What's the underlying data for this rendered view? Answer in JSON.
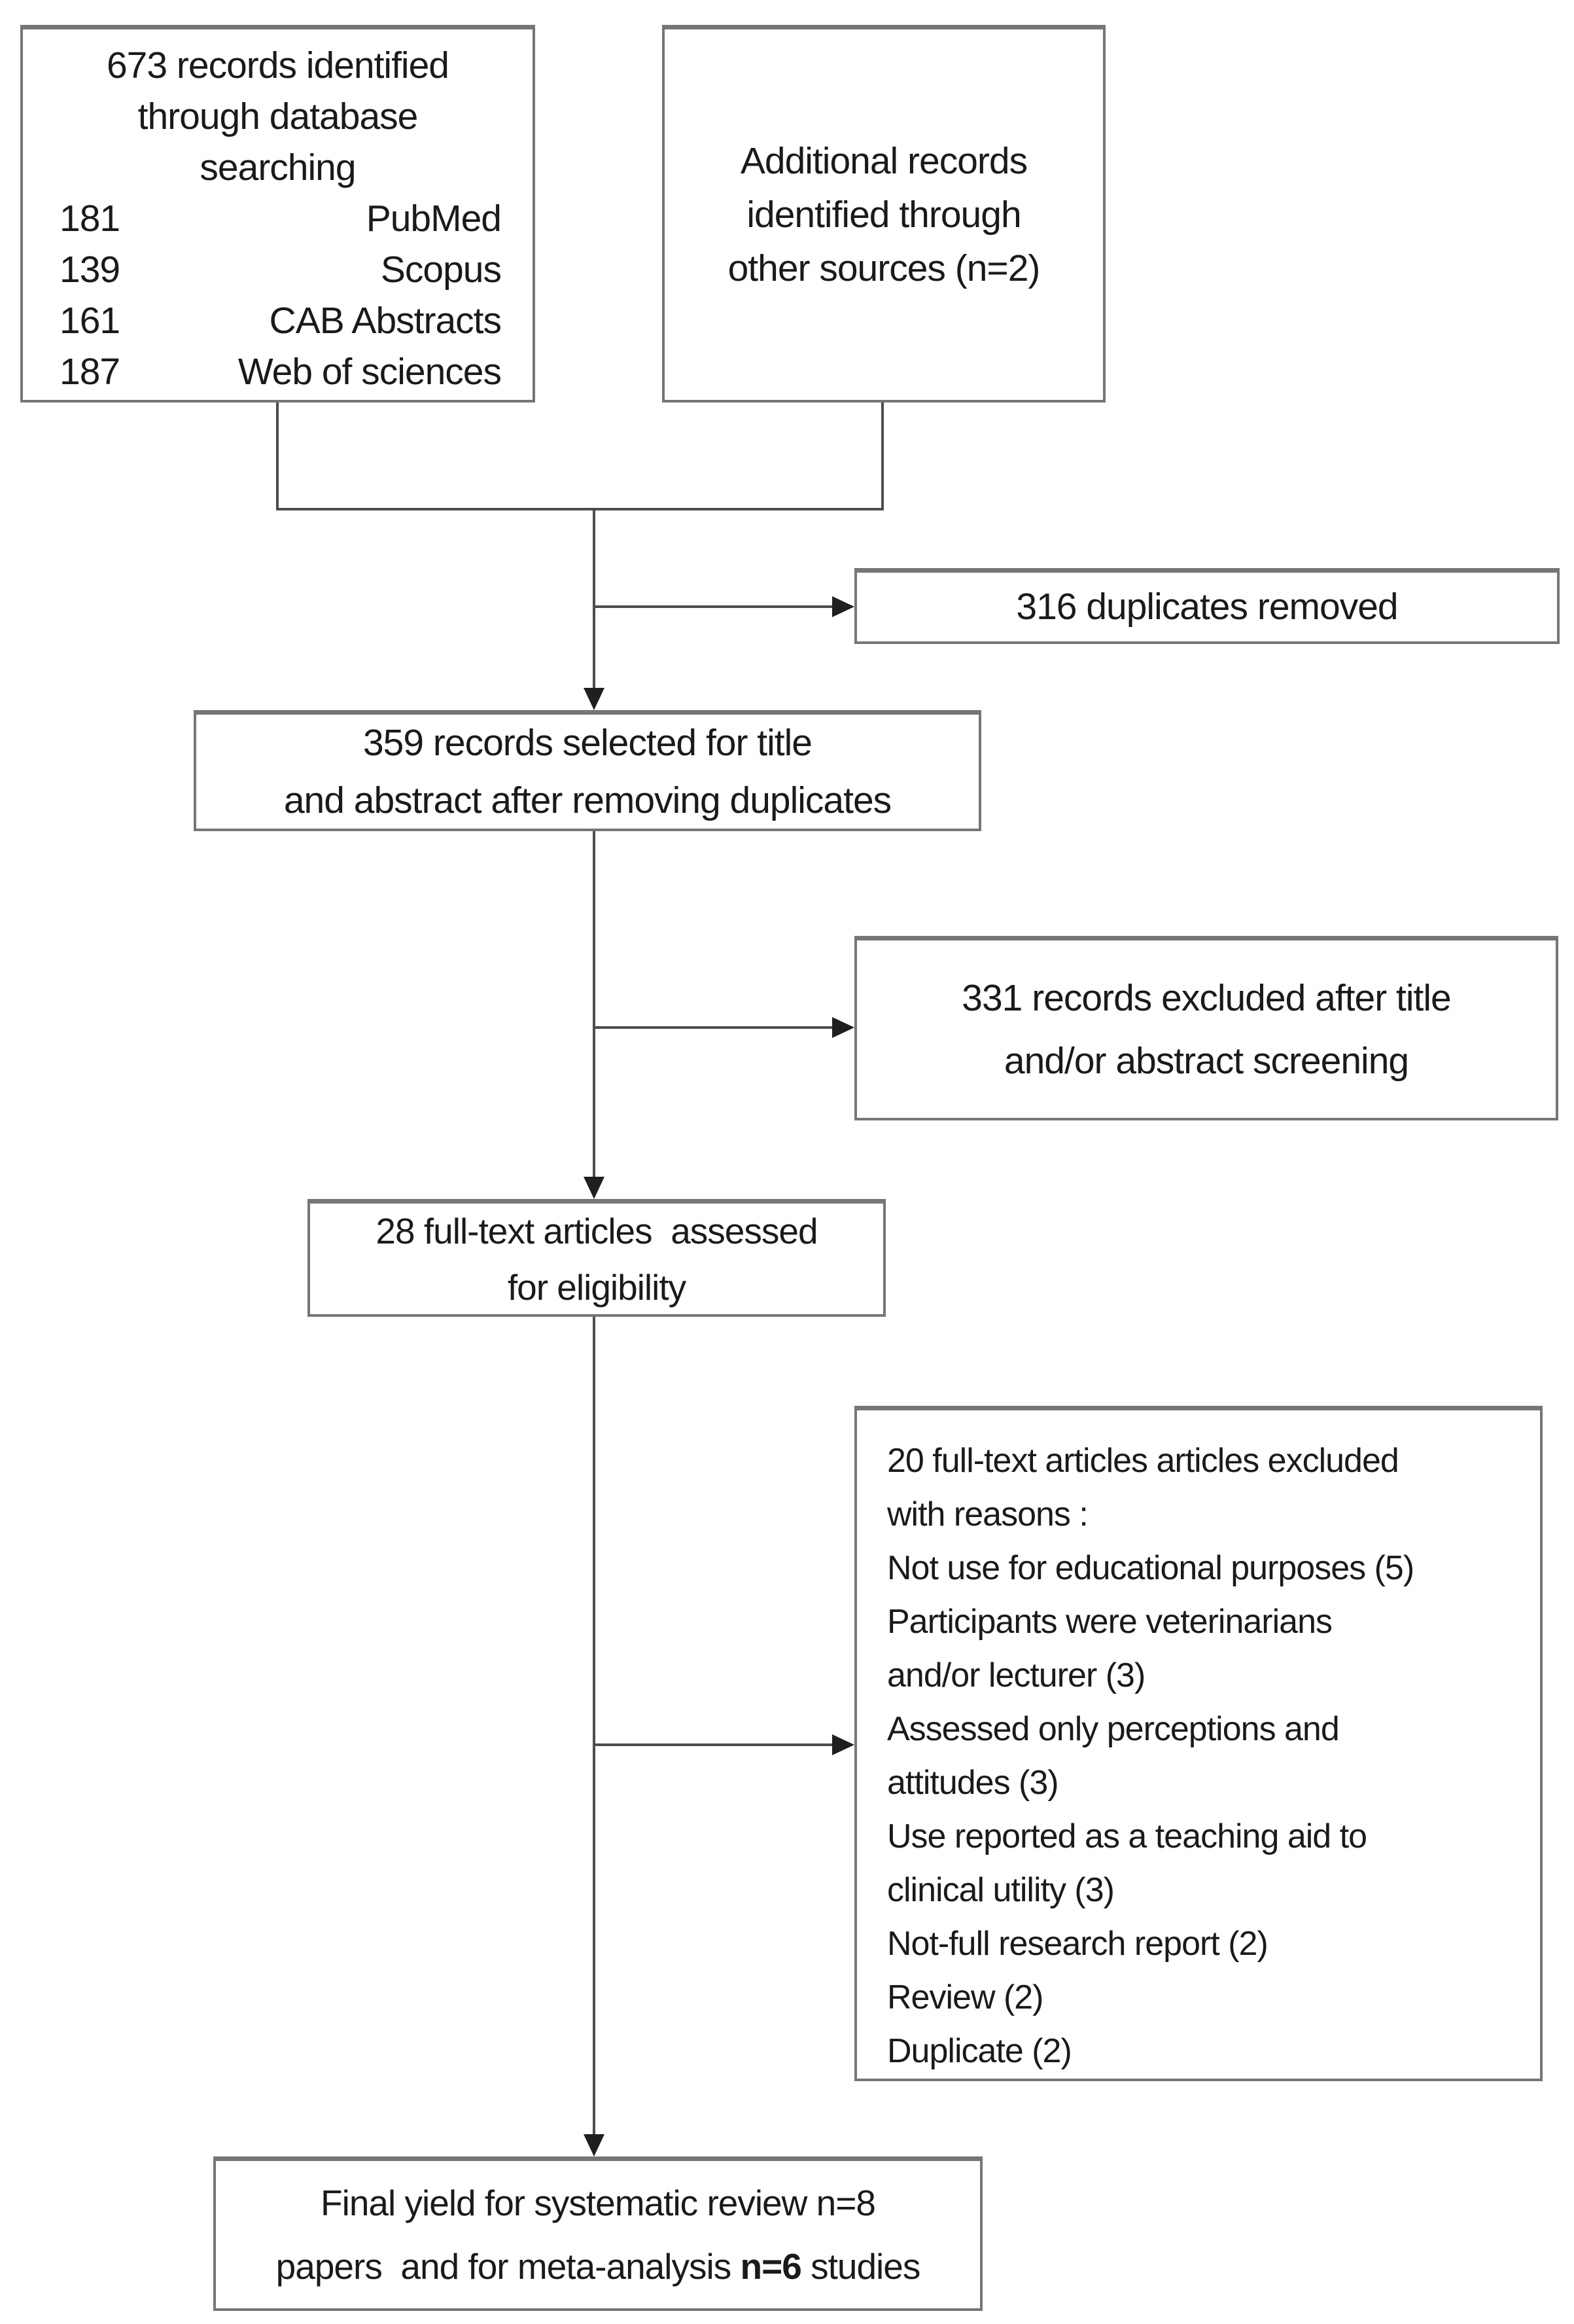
{
  "boxes": {
    "identification": {
      "title_lines": [
        "673 records identified",
        "through database",
        "searching"
      ],
      "sources": [
        {
          "count": "181",
          "name": "PubMed"
        },
        {
          "count": "139",
          "name": "Scopus"
        },
        {
          "count": "161",
          "name": "CAB Abstracts"
        },
        {
          "count": "187",
          "name": "Web of sciences"
        }
      ]
    },
    "additional": {
      "lines": [
        "Additional records",
        "identified through",
        "other sources (n=2)"
      ]
    },
    "duplicates_removed": {
      "text": "316 duplicates removed"
    },
    "title_abstract_selected": {
      "lines": [
        "359 records selected for title",
        "and abstract after removing duplicates"
      ]
    },
    "excluded_title_abstract": {
      "lines": [
        "331 records excluded after title",
        "and/or abstract screening"
      ]
    },
    "fulltext_assessed": {
      "lines": [
        "28 full-text articles  assessed",
        "for eligibility"
      ]
    },
    "fulltext_excluded": {
      "lines": [
        "20 full-text articles articles excluded",
        "with reasons :",
        "Not use for educational purposes (5)",
        "Participants were veterinarians",
        "and/or lecturer (3)",
        "Assessed only perceptions and",
        "attitudes (3)",
        "Use reported as a teaching aid to",
        "clinical utility (3)",
        "Not-full research report (2)",
        "Review (2)",
        "Duplicate (2)"
      ]
    },
    "final_yield": {
      "line1": "Final yield for systematic review n=8",
      "line2_prefix": "papers  and for meta-analysis ",
      "line2_bold": "n=6",
      "line2_suffix": " studies"
    }
  },
  "colors": {
    "background": "#ffffff",
    "box_border": "#767676",
    "connector_line": "#4d4d4d",
    "arrowhead": "#1f1f1f",
    "text": "#1a1a1a"
  }
}
